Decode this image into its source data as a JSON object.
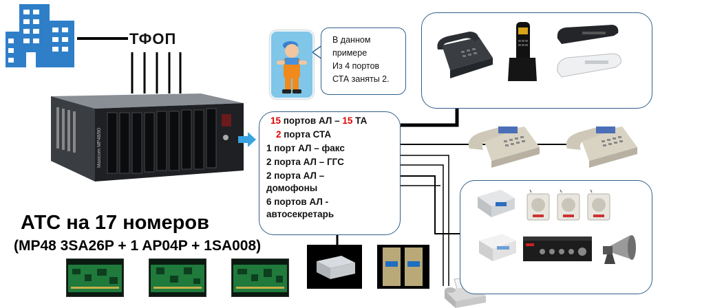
{
  "pstn_label": "ТФОП",
  "pbx_model_text": "Maxicom MP48/80",
  "title": "АТС на 17 номеров",
  "subtitle": "(MP48 3SA26P + 1 AP04P + 1SA008)",
  "bubble": {
    "lines": [
      "В данном",
      "примере",
      "Из 4 портов",
      "СТА заняты 2."
    ]
  },
  "info": {
    "line1": {
      "num1": "15",
      "mid": " портов АЛ – ",
      "num2": "15",
      "end": " ТА"
    },
    "line2": {
      "num": "2",
      "end": " порта СТА"
    },
    "line3": "1 порт АЛ – факс",
    "line4": "2 порта АЛ – ГГС",
    "line5a": "2 порта АЛ –",
    "line5b": "домофоны",
    "line6a": "6 портов АЛ -",
    "line6b": "автосекретарь"
  },
  "colors": {
    "accent_red": "#e00000",
    "box_border": "#2f5f8a",
    "arrow_blue": "#3aa3e0",
    "building_blue": "#2e7fc8"
  },
  "icons": [
    "building-icon",
    "pbx-device",
    "arrow-right-icon",
    "worker-icon",
    "desk-phone-icon",
    "cordless-phone-icon",
    "wall-phone-icon",
    "system-phone-icon",
    "intercom-icon",
    "amplifier-icon",
    "horn-speaker-icon",
    "fax-icon",
    "voice-module-icon",
    "expansion-board"
  ]
}
